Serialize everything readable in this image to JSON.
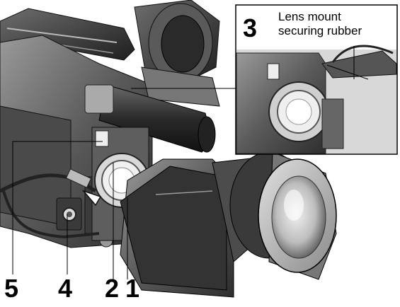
{
  "callouts": {
    "c1": "1",
    "c2": "2",
    "c3": "3",
    "c4": "4",
    "c5": "5"
  },
  "inset": {
    "label_line1": "Lens mount",
    "label_line2": "securing rubber"
  }
}
